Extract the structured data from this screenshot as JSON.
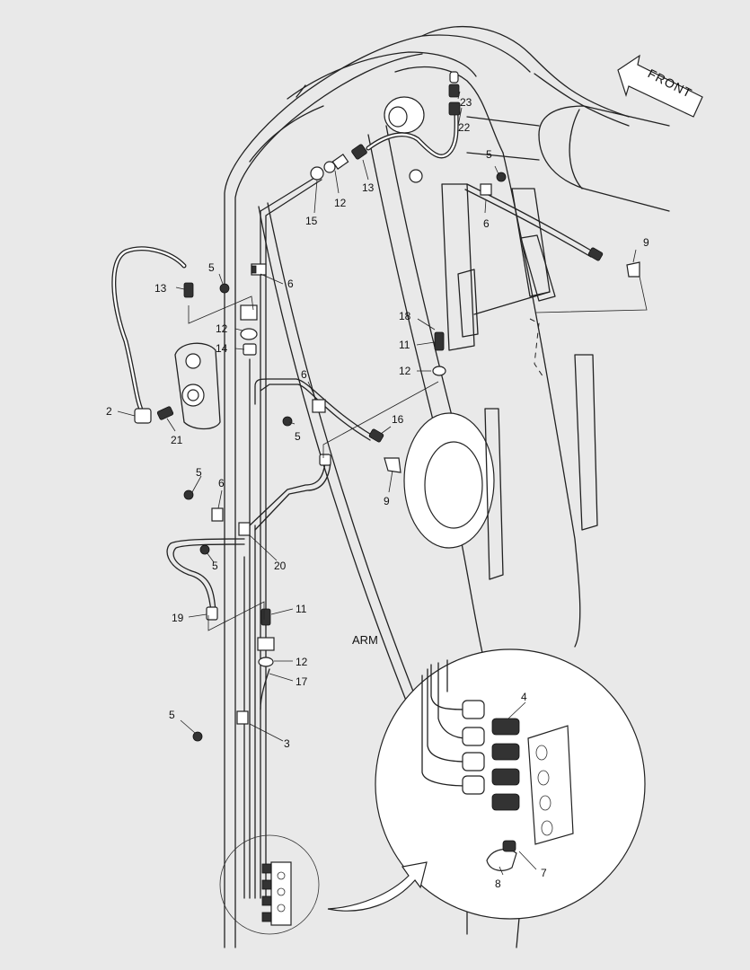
{
  "direction_label": "FRONT",
  "component_label": "ARM",
  "callouts": {
    "c23": "23",
    "c22": "22",
    "c5a": "5",
    "c6a": "6",
    "c9a": "9",
    "c13a": "13",
    "c12a": "12",
    "c15": "15",
    "c5b": "5",
    "c13b": "13",
    "c6b": "6",
    "c12b": "12",
    "c14": "14",
    "c2": "2",
    "c21": "21",
    "c18": "18",
    "c11a": "11",
    "c12c": "12",
    "c6c": "6",
    "c16": "16",
    "c5c": "5",
    "c9b": "9",
    "c5d": "5",
    "c6d": "6",
    "c5e": "5",
    "c20": "20",
    "c19": "19",
    "c11b": "11",
    "c12d": "12",
    "c17": "17",
    "c5f": "5",
    "c3": "3",
    "c4": "4",
    "c7": "7",
    "c8": "8"
  }
}
